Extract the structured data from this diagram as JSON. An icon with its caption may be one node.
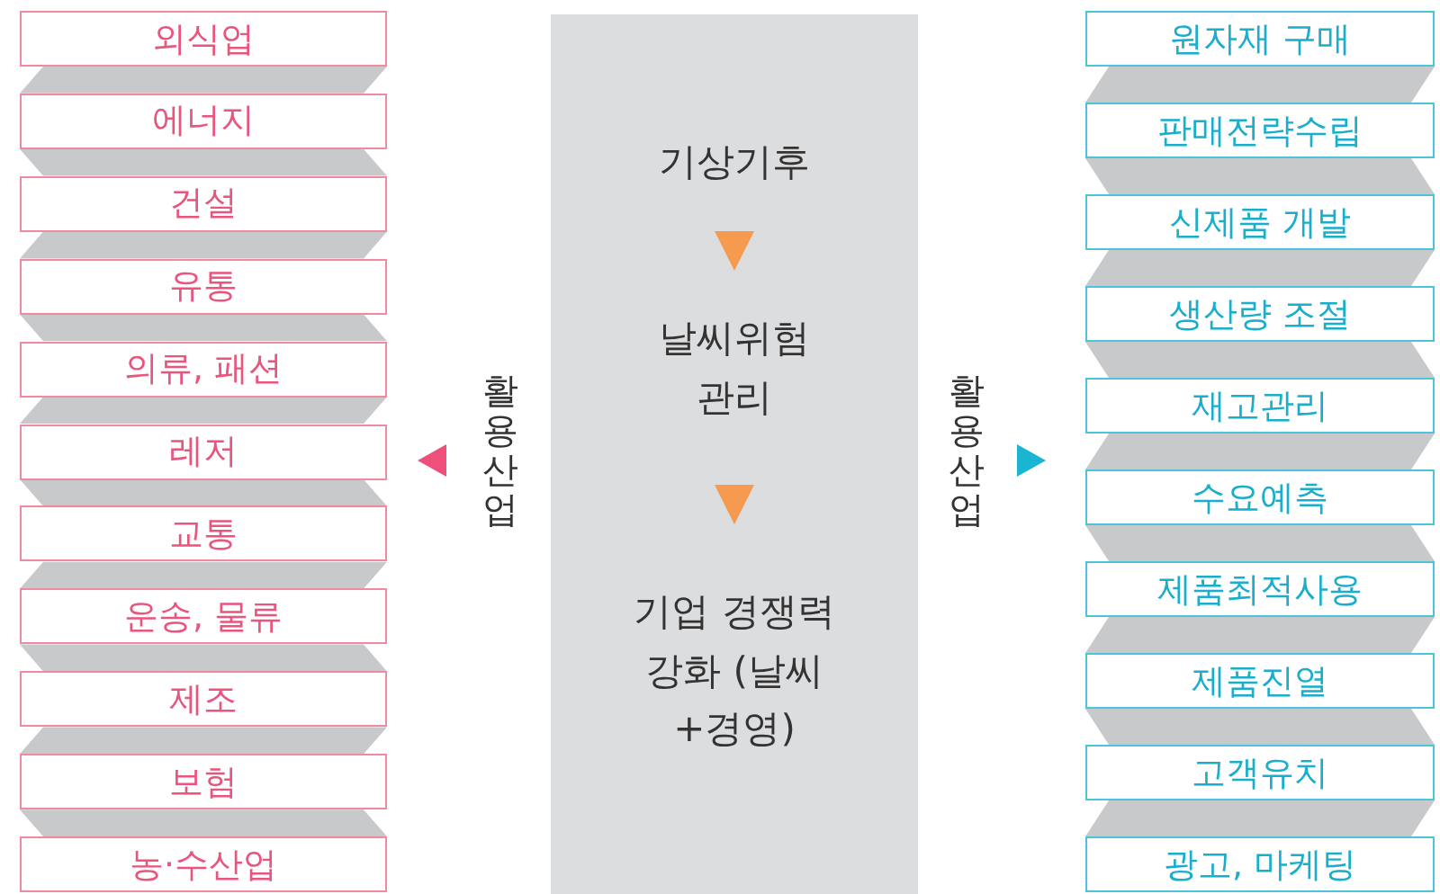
{
  "diagram": {
    "nodes": [
      {
        "text": [
          "외식업"
        ]
      },
      {
        "text": [
          "에너지"
        ]
      },
      {
        "text": [
          "건설"
        ]
      },
      {
        "text": [
          "유통"
        ]
      },
      {
        "text": [
          "의류, 패션"
        ]
      },
      {
        "text": [
          "레저"
        ]
      },
      {
        "text": [
          "교통"
        ]
      },
      {
        "text": [
          "운송, 물류"
        ]
      },
      {
        "text": [
          "제조"
        ]
      },
      {
        "text": [
          "보험"
        ]
      },
      {
        "text": [
          "농·수산업"
        ]
      },
      {
        "text": [],
        "shape": "box"
      },
      {
        "text": [
          "기상기후"
        ],
        "in": 11
      },
      {
        "text": [
          "날씨위험 관리"
        ],
        "in": 11
      },
      {
        "text": [
          "기업 경쟁력 강화 (날씨+경영)"
        ],
        "in": 11
      },
      {
        "text": [
          "원자재 구매"
        ]
      },
      {
        "text": [
          "판매전략수립"
        ]
      },
      {
        "text": [
          "신제품 개발"
        ]
      },
      {
        "text": [
          "생산량 조절"
        ]
      },
      {
        "text": [
          "재고관리"
        ]
      },
      {
        "text": [
          "수요예측"
        ]
      },
      {
        "text": [
          "제품최적사용"
        ]
      },
      {
        "text": [
          "제품진열"
        ]
      },
      {
        "text": [
          "고객유치"
        ]
      },
      {
        "text": [
          "광고, 마케팅"
        ]
      }
    ],
    "edges": [
      {
        "from": 12,
        "to": 13,
        "arrow": "to",
        "color": "#f59a4f"
      },
      {
        "from": 13,
        "to": 14,
        "arrow": "to",
        "color": "#f59a4f"
      }
    ],
    "labels": [
      "활용산업",
      "활용산업"
    ]
  }
}
